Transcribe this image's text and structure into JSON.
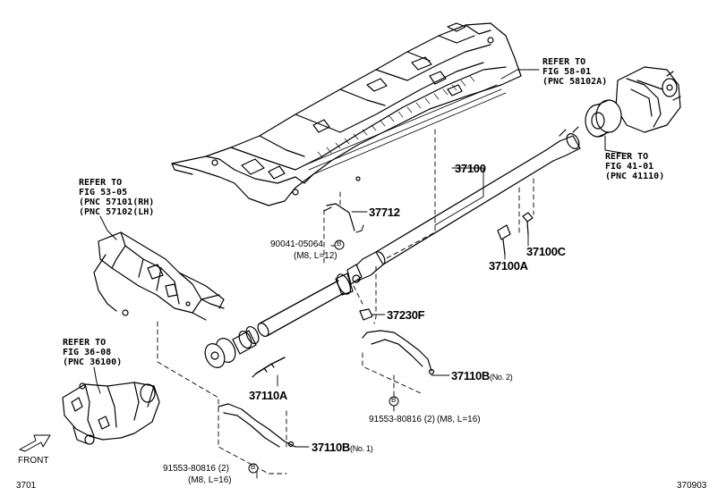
{
  "diagram": {
    "page_left": "3701",
    "page_right": "370903",
    "front_label": "FRONT",
    "refs": {
      "fig58": [
        "REFER TO",
        "FIG 58-01",
        "(PNC 58102A)"
      ],
      "fig41": [
        "REFER TO",
        "FIG 41-01",
        "(PNC 41110)"
      ],
      "fig53": [
        "REFER TO",
        "FIG 53-05",
        "(PNC 57101(RH)",
        "(PNC 57102(LH)"
      ],
      "fig36": [
        "REFER TO",
        "FIG 36-08",
        "(PNC 36100)"
      ]
    },
    "parts": {
      "p37100": "37100",
      "p37712": "37712",
      "p37100c": "37100C",
      "p37100a": "37100A",
      "p37230f": "37230F",
      "p37110a": "37110A",
      "p37110b2_main": "37110B",
      "p37110b2_sub": "(No. 2)",
      "p37110b1_main": "37110B",
      "p37110b1_sub": "(No. 1)"
    },
    "bolts": {
      "b1_code": "90041-05064",
      "b1_spec": "(M8, L=12)",
      "b2_code": "91553-80816 (2)",
      "b2_spec": "(M8, L=16)",
      "b3_code": "91553-80816 (2)",
      "b3_spec": "(M8, L=16)",
      "marker": "B"
    }
  }
}
